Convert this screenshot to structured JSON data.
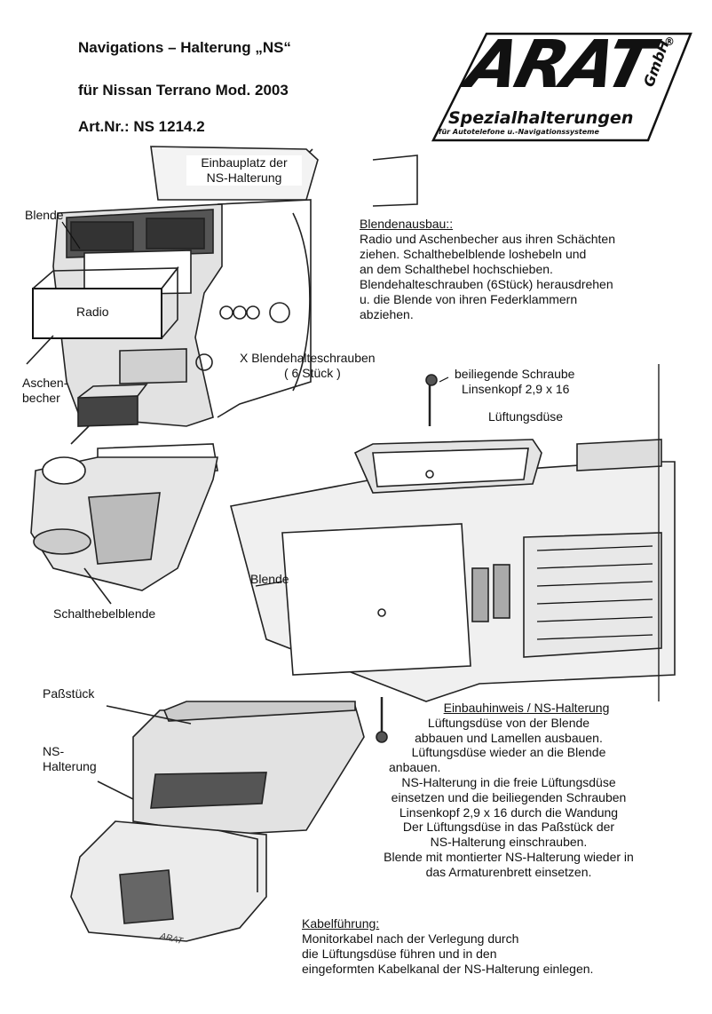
{
  "header": {
    "line1": "Navigations – Halterung „NS“",
    "line2": "für Nissan Terrano Mod. 2003",
    "line3": "Art.Nr.:  NS  1214.2"
  },
  "logo": {
    "brand": "ARAT",
    "registered": "®",
    "suffix": "GmbH",
    "tagline": "Spezialhalterungen",
    "subline": "für Autotelefone u.-Navigationssysteme"
  },
  "labels": {
    "einbauplatz": [
      "Einbauplatz der",
      "NS-Halterung"
    ],
    "blende_top": "Blende",
    "radio": "Radio",
    "aschenbecher": [
      "Aschen-",
      "becher"
    ],
    "schrauben": [
      "X  Blendehalteschrauben",
      "( 6 Stück )"
    ],
    "schalthebelblende": "Schalthebelblende",
    "schraube": [
      "beiliegende Schraube",
      "Linsenkopf 2,9 x 16"
    ],
    "lueftungsduese": "Lüftungsdüse",
    "blende_mid": "Blende",
    "passstueck": "Paßstück",
    "ns_halterung": [
      "NS-",
      "Halterung"
    ]
  },
  "blendenausbau": {
    "title": "Blendenausbau::",
    "lines": [
      "Radio und Aschenbecher aus ihren Schächten",
      "ziehen. Schalthebelblende loshebeln und",
      "an dem Schalthebel hochschieben.",
      "Blendehalteschrauben (6Stück) herausdrehen",
      "u. die Blende von ihren Federklammern",
      "abziehen."
    ]
  },
  "einbauhinweis": {
    "title": "Einbauhinweis / NS-Halterung",
    "lines": [
      "Lüftungsdüse von der Blende",
      "abbauen und Lamellen ausbauen.",
      "Lüftungsdüse wieder an die Blende",
      "anbauen.",
      "NS-Halterung in die freie Lüftungsdüse",
      "einsetzen und die beiliegenden Schrauben",
      "Linsenkopf 2,9 x 16 durch die Wandung",
      "Der Lüftungsdüse in das Paßstück der",
      "NS-Halterung einschrauben.",
      "Blende mit montierter NS-Halterung wieder in",
      "das Armaturenbrett einsetzen."
    ]
  },
  "kabelfuehrung": {
    "title": "Kabelführung:",
    "lines": [
      "Monitorkabel nach der Verlegung durch",
      "die Lüftungsdüse führen und in den",
      "eingeformten Kabelkanal der NS-Halterung einlegen."
    ]
  },
  "halter_imprint": "ARAT",
  "colors": {
    "ink": "#111111",
    "paper": "#ffffff",
    "shade": "#9a9a9a"
  }
}
